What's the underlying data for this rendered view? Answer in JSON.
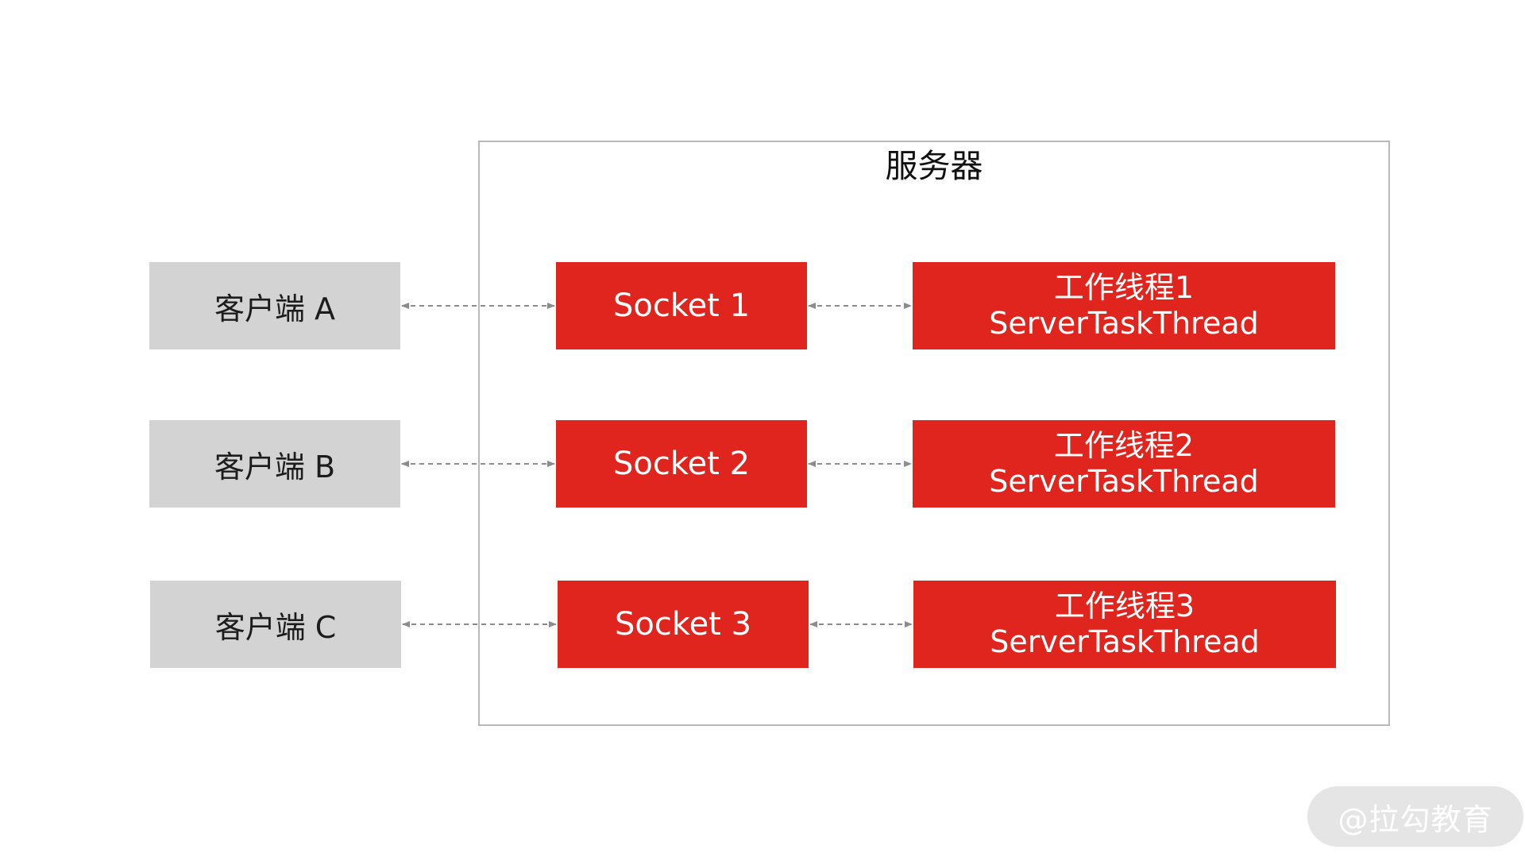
{
  "server": {
    "title": "服务器"
  },
  "rows": [
    {
      "client": "客户端 A",
      "socket": "Socket 1",
      "worker_line1": "工作线程1",
      "worker_line2": "ServerTaskThread"
    },
    {
      "client": "客户端 B",
      "socket": "Socket 2",
      "worker_line1": "工作线程2",
      "worker_line2": "ServerTaskThread"
    },
    {
      "client": "客户端 C",
      "socket": "Socket 3",
      "worker_line1": "工作线程3",
      "worker_line2": "ServerTaskThread"
    }
  ],
  "watermark": {
    "text": "@拉勾教育"
  },
  "colors": {
    "client_fill": "#d3d3d3",
    "accent_red": "#e0251e",
    "frame_border": "#b9b9b9",
    "connector": "#8c8c8c"
  }
}
